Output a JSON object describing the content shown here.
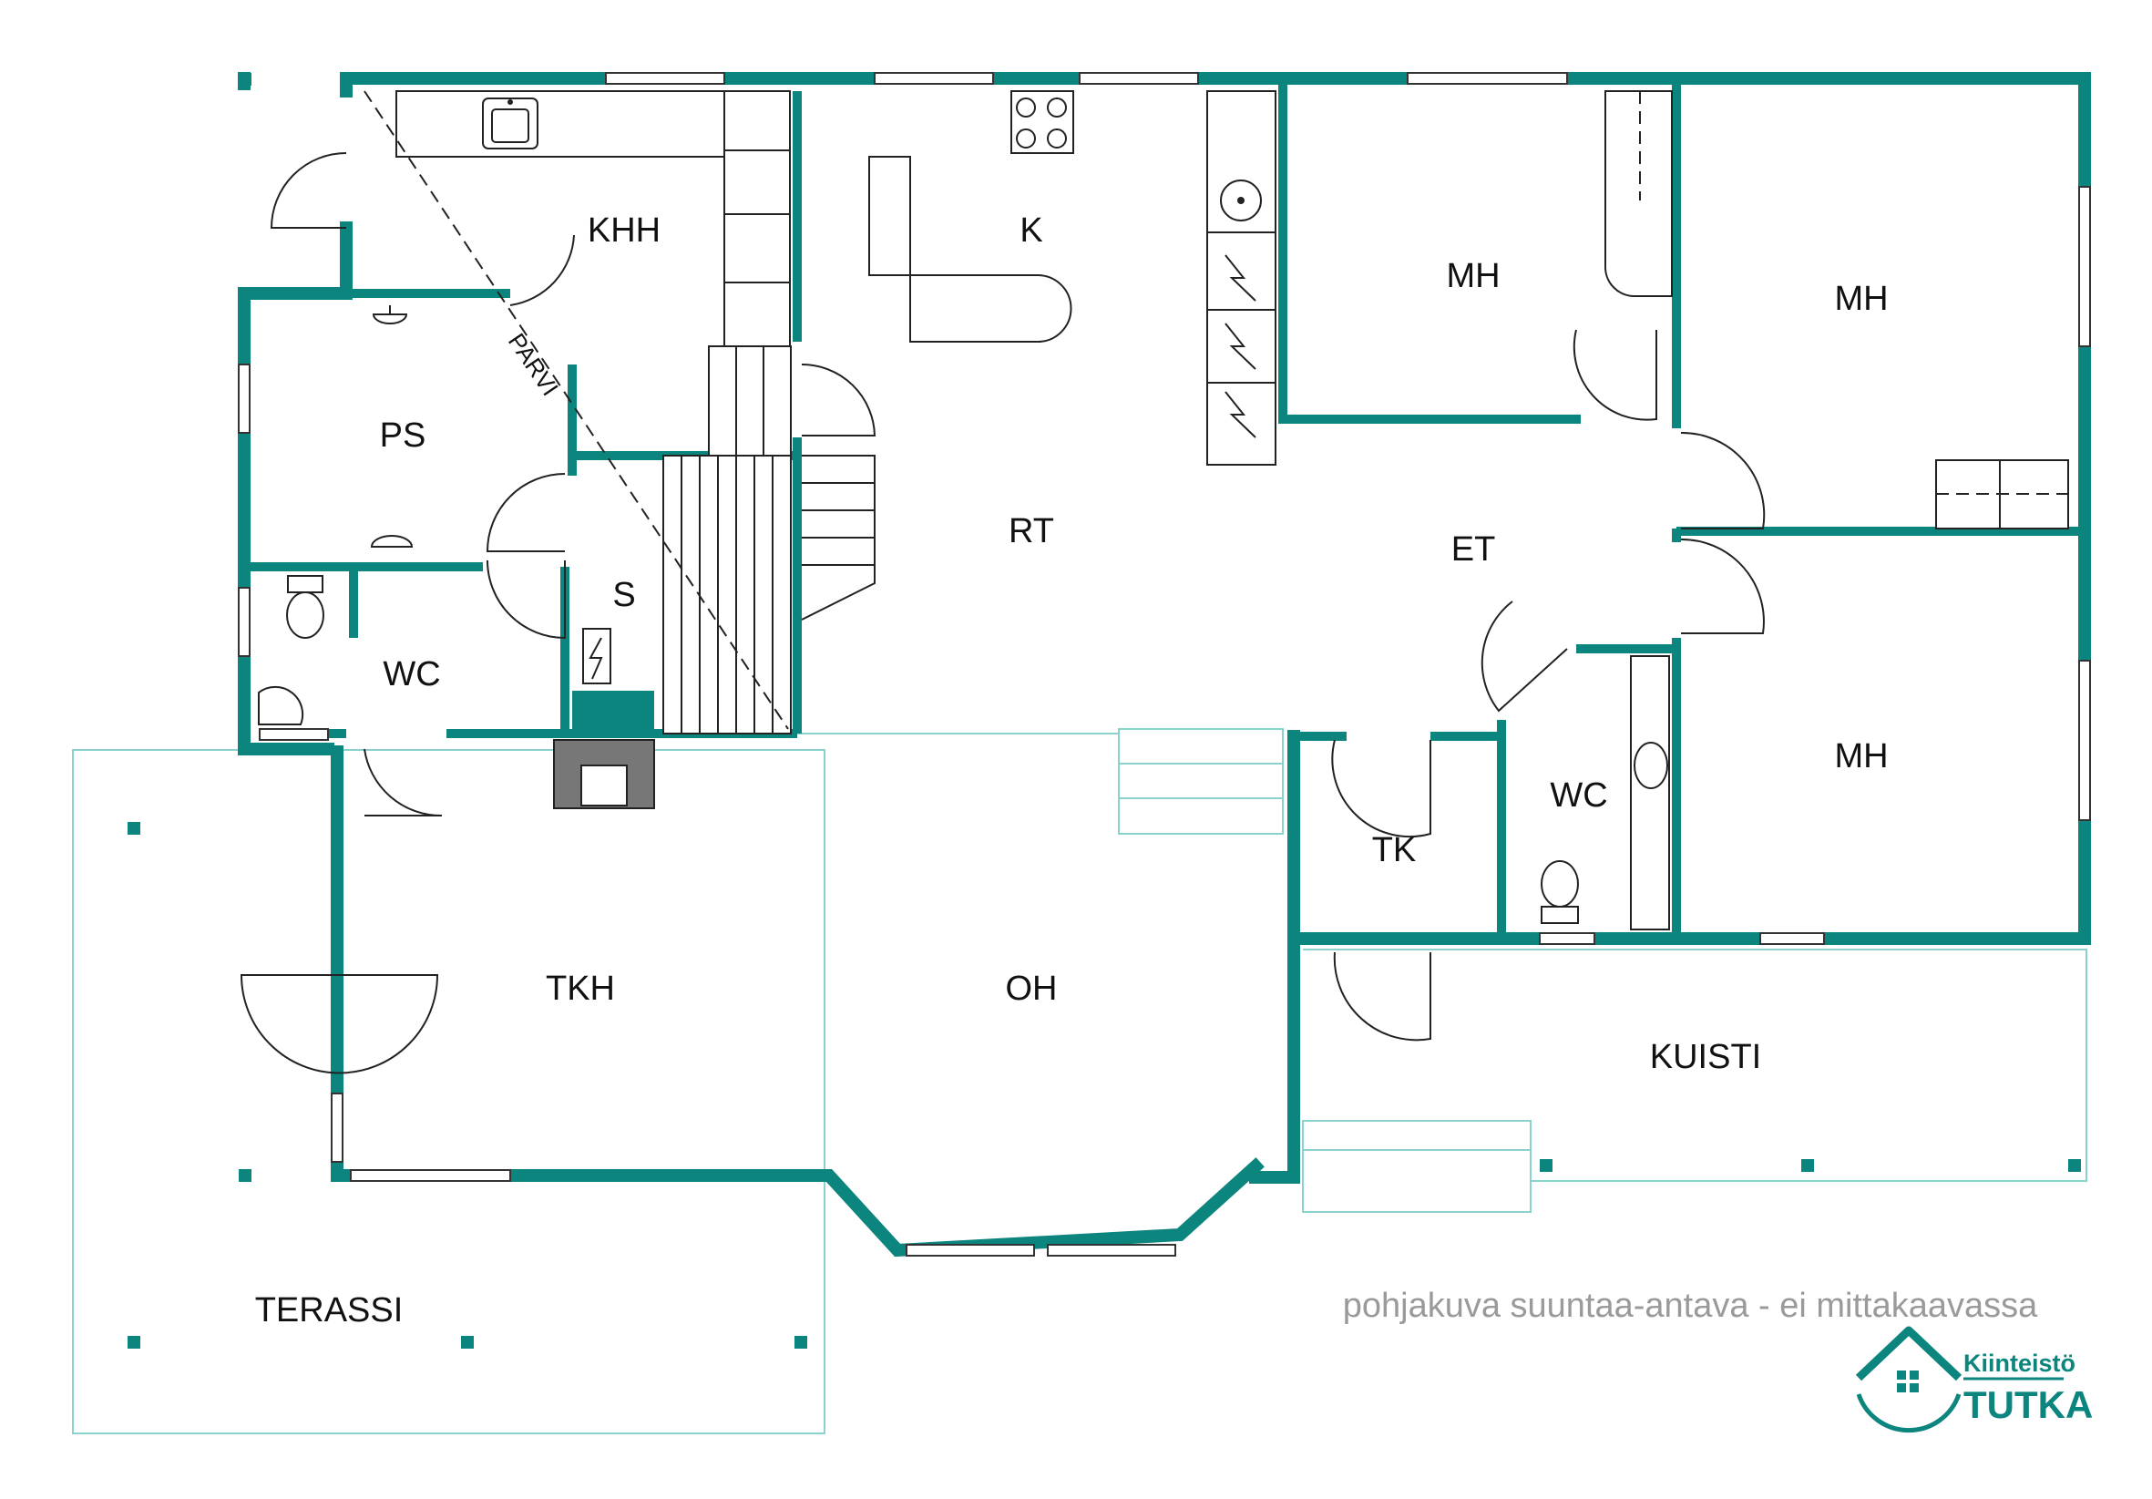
{
  "rooms": {
    "khh": "KHH",
    "k": "K",
    "mh_1": "MH",
    "mh_2": "MH",
    "mh_3": "MH",
    "ps": "PS",
    "parvi": "PARVI",
    "rt": "RT",
    "et": "ET",
    "s": "S",
    "wc_1": "WC",
    "wc_2": "WC",
    "tk": "TK",
    "tkh": "TKH",
    "oh": "OH",
    "kuisti": "KUISTI",
    "terassi": "TERASSI"
  },
  "disclaimer": "pohjakuva suuntaa-antava - ei mittakaavassa",
  "logo": {
    "top": "Kiinteistö",
    "bottom": "TUTKA"
  },
  "colors": {
    "wall": "#0b857d",
    "outline": "#8ad2cc",
    "text": "#111111",
    "disclaimer": "#9a9a9a"
  },
  "icons": [
    "sink-icon",
    "stove-icon",
    "shower-icon",
    "toilet-icon",
    "electric-panel-icon",
    "fireplace-icon",
    "house-logo-icon"
  ]
}
